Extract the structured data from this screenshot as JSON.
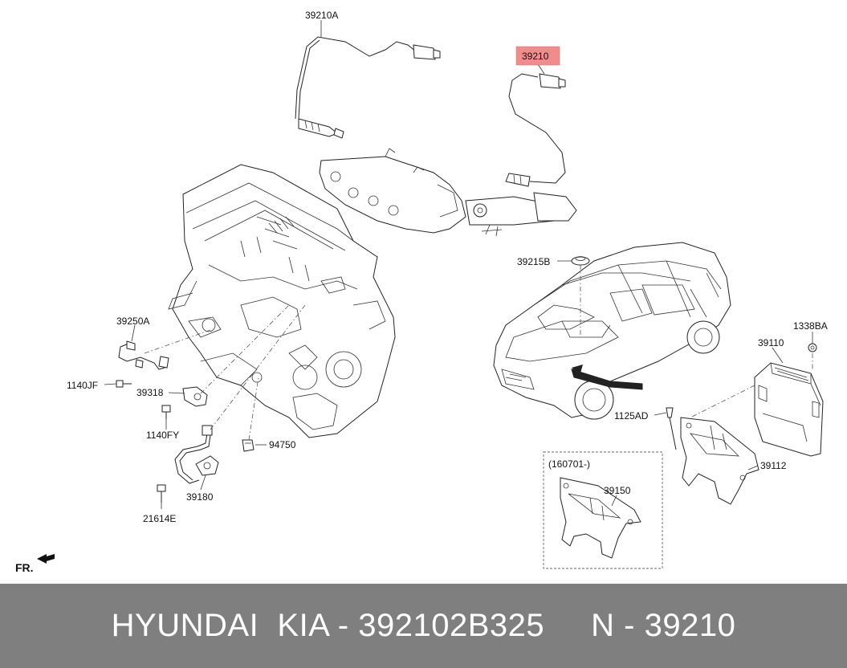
{
  "labels": {
    "p39210A": "39210A",
    "p39210": "39210",
    "p39215B": "39215B",
    "p39250A": "39250A",
    "p1140JF": "1140JF",
    "p39318": "39318",
    "p1140FY": "1140FY",
    "p94750": "94750",
    "p39180": "39180",
    "p21614E": "21614E",
    "p1338BA": "1338BA",
    "p39110": "39110",
    "p1125AD": "1125AD",
    "p39112": "39112",
    "p160701": "(160701-)",
    "p39150": "39150",
    "fr": "FR."
  },
  "highlight_color": "#f08c8c",
  "footer": {
    "text": "HYUNDAI  KIA - 392102B325     N - 39210"
  }
}
